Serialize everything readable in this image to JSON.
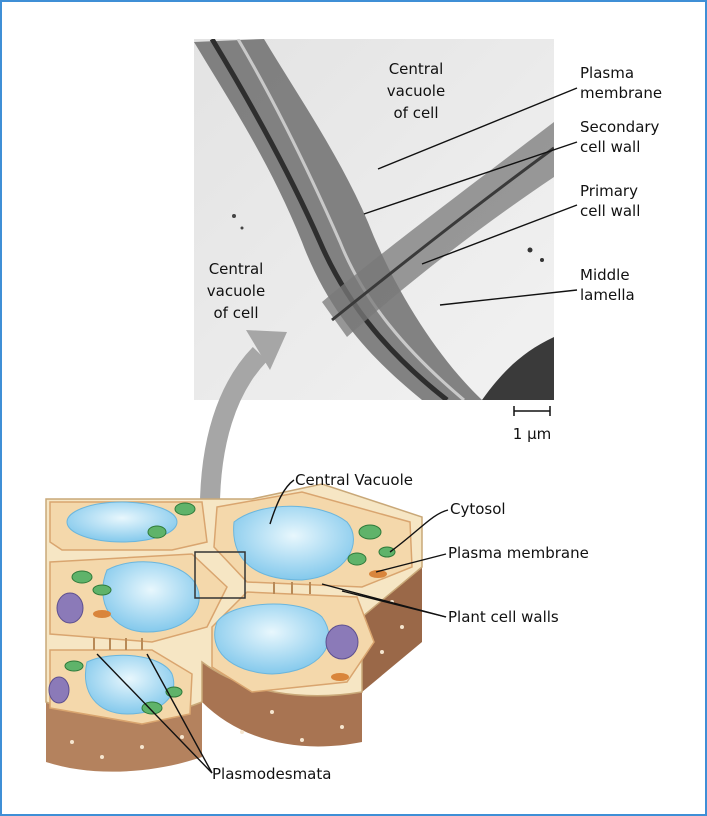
{
  "micrograph": {
    "labels": {
      "central_vacuole_top": [
        "Central",
        "vacuole",
        "of cell"
      ],
      "central_vacuole_left": [
        "Central",
        "vacuole",
        "of cell"
      ],
      "plasma_membrane": [
        "Plasma",
        "membrane"
      ],
      "secondary_cell_wall": [
        "Secondary",
        "cell wall"
      ],
      "primary_cell_wall": [
        "Primary",
        "cell wall"
      ],
      "middle_lamella": [
        "Middle",
        "lamella"
      ]
    },
    "scale_bar": "1 μm"
  },
  "cell_diagram": {
    "labels": {
      "central_vacuole": "Central Vacuole",
      "cytosol": "Cytosol",
      "plasma_membrane": "Plasma membrane",
      "plant_cell_walls": "Plant cell walls",
      "plasmodesmata": "Plasmodesmata"
    }
  },
  "colors": {
    "frame_border": "#3f8fd6",
    "vacuole": "#a9dcf3",
    "cytosol": "#f4d8ab",
    "cell_wall": "#f6e6c4",
    "wall_side": "#b4825e",
    "chloroplast": "#5fb36a",
    "nucleus": "#8b7ab8",
    "arrow": "#a6a6a6"
  }
}
